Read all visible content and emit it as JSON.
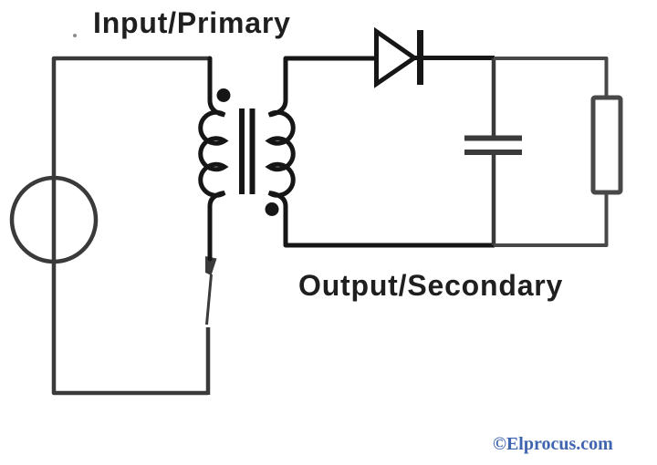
{
  "diagram": {
    "type": "circuit-schematic",
    "subject": "flyback-converter",
    "labels": {
      "input": "Input/Primary",
      "output": "Output/Secondary"
    },
    "watermark": "©Elprocus.com",
    "colors": {
      "background": "#ffffff",
      "wire_dark": "#3a3a3a",
      "wire_gray": "#484848",
      "component_black": "#161616",
      "label_text": "#1f1f1f",
      "watermark_blue": "#3f64b0"
    },
    "components": [
      {
        "name": "voltage-source",
        "symbol": "circle-on-wire"
      },
      {
        "name": "switch",
        "symbol": "angled-blade"
      },
      {
        "name": "transformer-primary-winding",
        "symbol": "coil-3-turns"
      },
      {
        "name": "transformer-core",
        "symbol": "double-vertical-bar"
      },
      {
        "name": "transformer-secondary-winding",
        "symbol": "coil-3-turns"
      },
      {
        "name": "polarity-dot-primary",
        "symbol": "dot"
      },
      {
        "name": "polarity-dot-secondary",
        "symbol": "dot"
      },
      {
        "name": "diode",
        "symbol": "triangle-with-cathode-bar"
      },
      {
        "name": "filter-capacitor",
        "symbol": "parallel-plates"
      },
      {
        "name": "load-resistor",
        "symbol": "rectangle"
      }
    ]
  }
}
